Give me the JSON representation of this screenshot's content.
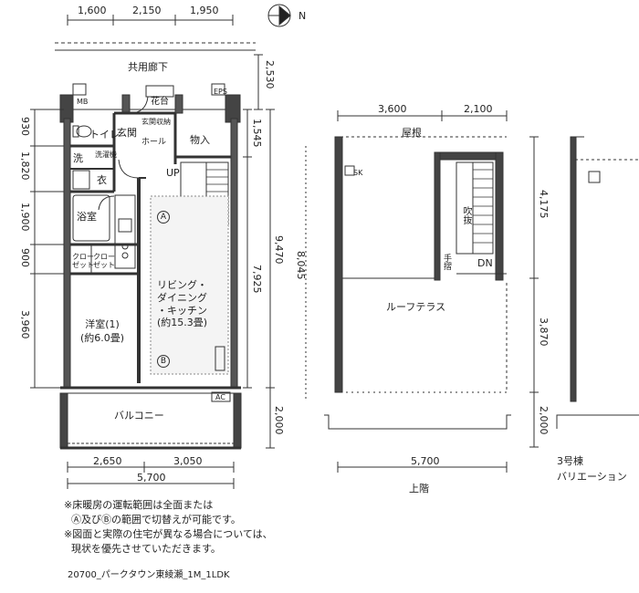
{
  "top_dims": [
    "1,600",
    "2,150",
    "1,950"
  ],
  "corridor": "共用廊下",
  "corridor_dim": "2,530",
  "mb": "MB",
  "eps": "EPS",
  "flower_stand": "花台",
  "rooms": {
    "toilet": "トイレ",
    "entrance": "玄関",
    "entrance_storage": "玄関収納",
    "hall": "ホール",
    "storage": "物入",
    "washroom": "洗",
    "washer": "洗濯機",
    "closet": "衣",
    "bath": "浴室",
    "closet_a": "クロー\nゼット",
    "closet_b": "クロー\nゼット",
    "up": "UP",
    "ldk": "リビング・\nダイニング\n・キッチン\n(約15.3畳)",
    "western": "洋室(1)\n(約6.0畳)",
    "balcony": "バルコニー",
    "ac": "AC"
  },
  "markers": {
    "a": "A",
    "b": "B"
  },
  "left_dims": [
    "930",
    "1,820",
    "1,900",
    "900",
    "3,960"
  ],
  "right_dims_1": [
    "1,545",
    "9,470",
    "7,925",
    "8,045"
  ],
  "right_dims_2": [
    "2,000"
  ],
  "bottom_dims": [
    "2,650",
    "3,050",
    "5,700"
  ],
  "roof": {
    "top_dims": [
      "3,600",
      "2,100"
    ],
    "roof_label": "屋根",
    "sk": "SK",
    "void": "吹抜",
    "handrail": "手摺",
    "dn": "DN",
    "terrace": "ルーフテラス",
    "side_dims": [
      "4,175",
      "3,870",
      "2,000"
    ],
    "bottom_dim": "5,700",
    "floor_label": "上階"
  },
  "variation": {
    "line1": "3号棟",
    "line2": "バリエーション"
  },
  "notes": [
    "※床暖房の運転範囲は全面または",
    "Ⓐ及びⒷの範囲で切替えが可能です。",
    "※図面と実際の住宅が異なる場合については、",
    "現状を優先させていただきます。"
  ],
  "footer": "20700_パークタウン東綾瀬_1M_1LDK",
  "north": "N"
}
